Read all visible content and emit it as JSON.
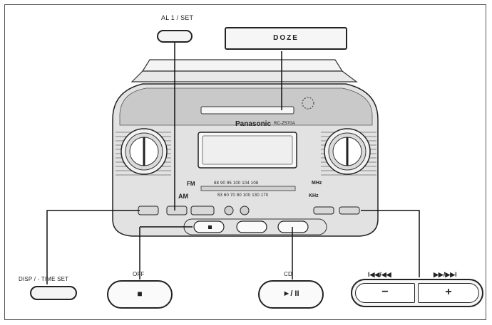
{
  "labels": {
    "alt_set": "AL 1 / SET",
    "doze": "DOZE",
    "brand": "Panasonic",
    "model": "RC-Z570A",
    "fm": "FM",
    "fm_scale": "88  90  95  100  104  108",
    "mhz": "MHz",
    "am": "AM",
    "am_scale": "53  60  70  80  100  130  170",
    "khz": "KHz",
    "disp_time_set": "DISP / - TIME SET",
    "off": "OFF",
    "cd": "CD",
    "skip_back": "I◀◀/◀◀",
    "skip_fwd": "▶▶/▶▶I",
    "stop_symbol": "■",
    "play_pause_symbol": "►/ II",
    "minus": "−",
    "plus": "+"
  }
}
